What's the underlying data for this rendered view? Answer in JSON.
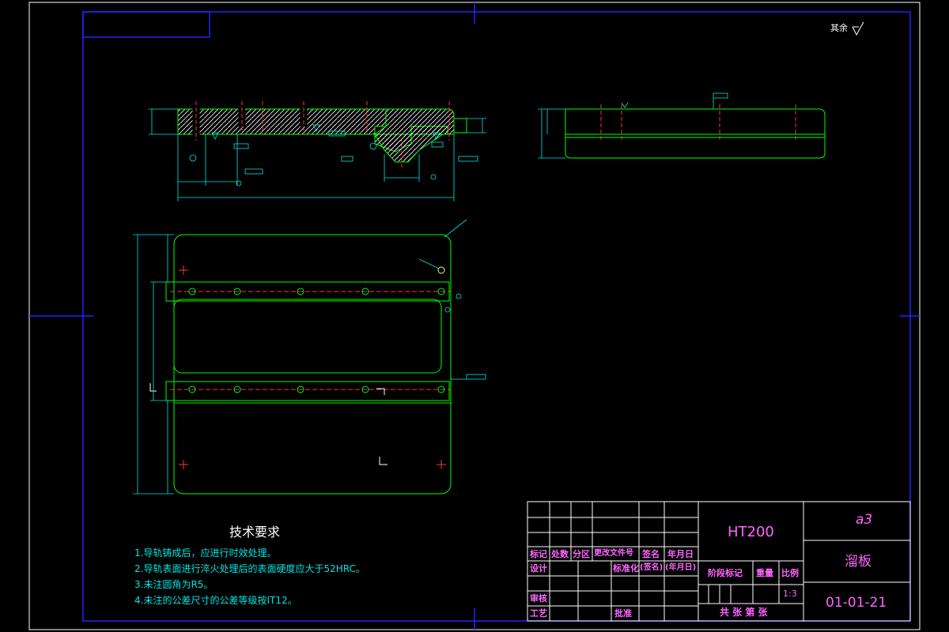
{
  "corner_label": "其余",
  "tech_requirements": {
    "title": "技术要求",
    "items": [
      "1.导轨铸成后，应进行时效处理。",
      "2.导轨表面进行淬火处理后的表面硬度应大于52HRC。",
      "3.未注圆角为R5。",
      "4.未注的公差尺寸的公差等级按IT12。"
    ]
  },
  "title_block": {
    "material": "HT200",
    "format": "a3",
    "part_name": "溜板",
    "drawing_no": "01-01-21",
    "scale": "1:3",
    "labels": {
      "mark": "标记",
      "count": "处数",
      "zone": "分区",
      "change_doc": "更改文件号",
      "signature": "签名",
      "date": "年月日",
      "design": "设计",
      "standardize": "标准化",
      "signature_paren": "(签名)",
      "date_paren": "(年月日)",
      "stage_mark": "阶段标记",
      "weight": "重量",
      "scale_label": "比例",
      "review": "审核",
      "process": "工艺",
      "approve": "批准",
      "sheets": "共  张 第  张"
    }
  },
  "colors": {
    "frame": "#2222ff",
    "outline": "#00ff00",
    "dimension": "#00e5e5",
    "centerline": "#ff3333",
    "text": "#ffffff",
    "title_text": "#ff66ff"
  }
}
